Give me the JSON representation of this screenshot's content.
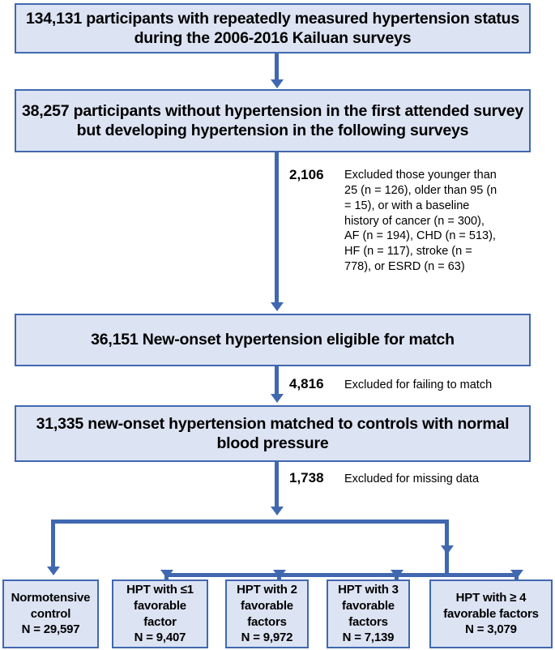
{
  "diagram": {
    "type": "flowchart",
    "title": "Study participant flow diagram",
    "colors": {
      "box_fill": "#dce3f3",
      "box_border": "#4068b0",
      "connector": "#4068b0",
      "text": "#000000"
    },
    "boxes": [
      {
        "id": "box-1",
        "text": "134,131 participants with repeatedly measured hypertension status during the 2006-2016 Kailuan surveys"
      },
      {
        "id": "box-2",
        "text": "38,257 participants without hypertension in the first attended survey but developing hypertension in the following  surveys"
      },
      {
        "id": "box-3",
        "text": "36,151  New-onset hypertension eligible for match"
      },
      {
        "id": "box-4",
        "text": "31,335  new-onset hypertension matched to controls with normal blood pressure"
      }
    ],
    "exclusions": [
      {
        "id": "note-1",
        "count": "2,106",
        "description": "Excluded  those younger than 25 (n = 126), older than 95 (n = 15),  or with a baseline  history of cancer (n = 300), AF (n = 194), CHD (n = 513), HF (n = 117), stroke (n = 778), or ESRD (n = 63)"
      },
      {
        "id": "note-2",
        "count": "4,816",
        "description": "Excluded  for failing to match"
      },
      {
        "id": "note-3",
        "count": "1,738",
        "description": "Excluded  for missing data"
      }
    ],
    "groups": [
      {
        "id": "leaf-0",
        "label": "Normotensive control",
        "n_label": "N = 29,597",
        "n": 29597
      },
      {
        "id": "leaf-1",
        "label": "HPT with ≤1 favorable factor",
        "n_label": "N = 9,407",
        "n": 9407
      },
      {
        "id": "leaf-2",
        "label": "HPT with 2 favorable factors",
        "n_label": "N = 9,972",
        "n": 9972
      },
      {
        "id": "leaf-3",
        "label": "HPT with 3 favorable factors",
        "n_label": "N = 7,139",
        "n": 7139
      },
      {
        "id": "leaf-4",
        "label": "HPT with ≥ 4 favorable factors",
        "n_label": "N = 3,079",
        "n": 3079
      }
    ]
  }
}
